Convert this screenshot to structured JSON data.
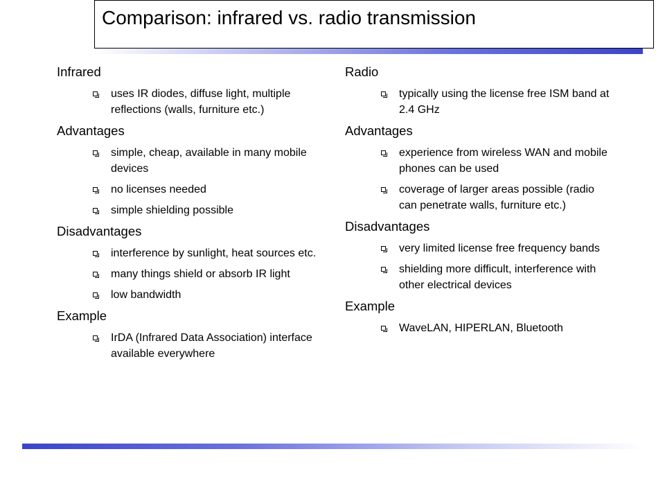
{
  "title": "Comparison: infrared vs. radio transmission",
  "colors": {
    "accent_dark": "#3b44c8",
    "accent_light": "#c4c8f2",
    "text": "#000000",
    "background": "#ffffff"
  },
  "left": {
    "sections": [
      {
        "heading": "Infrared",
        "bullets": [
          "uses IR diodes, diffuse light, multiple reflections (walls, furniture etc.)"
        ]
      },
      {
        "heading": "Advantages",
        "bullets": [
          "simple, cheap, available in many mobile devices",
          "no licenses needed",
          "simple shielding possible"
        ]
      },
      {
        "heading": "Disadvantages",
        "bullets": [
          "interference by sunlight, heat sources etc.",
          "many things shield or absorb IR light",
          "low bandwidth"
        ]
      },
      {
        "heading": "Example",
        "bullets": [
          "IrDA (Infrared Data Association) interface available everywhere"
        ]
      }
    ]
  },
  "right": {
    "sections": [
      {
        "heading": "Radio",
        "bullets": [
          "typically using the license free ISM band at 2.4 GHz"
        ]
      },
      {
        "heading": "Advantages",
        "bullets": [
          "experience from wireless WAN and mobile phones can be used",
          "coverage of larger areas possible (radio can penetrate walls, furniture etc.)"
        ]
      },
      {
        "heading": "Disadvantages",
        "bullets": [
          "very limited license free frequency bands",
          "shielding more difficult, interference with other electrical devices"
        ]
      },
      {
        "heading": "Example",
        "bullets": [
          "WaveLAN, HIPERLAN, Bluetooth"
        ]
      }
    ]
  }
}
